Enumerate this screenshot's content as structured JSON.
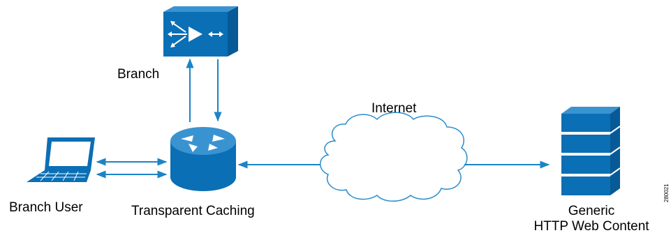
{
  "diagram": {
    "nodes": {
      "branch_device": {
        "label": "Branch"
      },
      "laptop": {
        "label": "Branch User"
      },
      "router": {
        "label": "Transparent Caching"
      },
      "cloud": {
        "label": "Internet"
      },
      "server": {
        "label_line1": "Generic",
        "label_line2": "HTTP Web Content"
      }
    },
    "figure_id": "280021",
    "colors": {
      "device_blue": "#0a6fb5",
      "device_dark": "#075a96",
      "device_light": "#3a93d1",
      "link": "#1b84c6",
      "cloud_stroke": "#2b8ccb"
    }
  }
}
